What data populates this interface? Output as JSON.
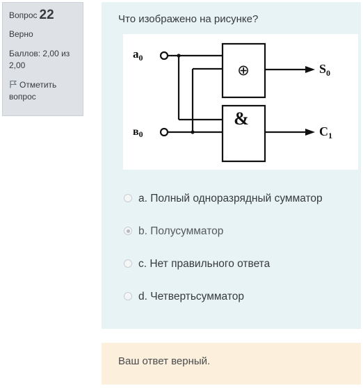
{
  "info": {
    "question_prefix": "Вопрос",
    "question_number": "22",
    "state": "Верно",
    "grade_line1": "Баллов: 2,00 из",
    "grade_line2": "2,00",
    "flag_line1": "Отметить",
    "flag_line2": "вопрос"
  },
  "question": {
    "text": "Что изображено на рисунке?"
  },
  "diagram": {
    "input_a": "a",
    "input_a_sub": "0",
    "input_b": "в",
    "input_b_sub": "0",
    "xor_gate_symbol": "⊕",
    "and_gate_symbol": "&",
    "output_sum": "S",
    "output_sum_sub": "0",
    "output_carry": "C",
    "output_carry_sub": "1"
  },
  "answers": [
    {
      "label": "a. Полный одноразрядный сумматор",
      "checked": false
    },
    {
      "label": "b. Полусумматор",
      "checked": true
    },
    {
      "label": "c. Нет правильного ответа",
      "checked": false
    },
    {
      "label": "d. Четвертьсумматор",
      "checked": false
    }
  ],
  "feedback": {
    "text": "Ваш ответ верный."
  },
  "colors": {
    "info_bg": "#dee2e6",
    "formulation_bg": "#e7f3f5",
    "feedback_bg": "#fcefdc"
  }
}
